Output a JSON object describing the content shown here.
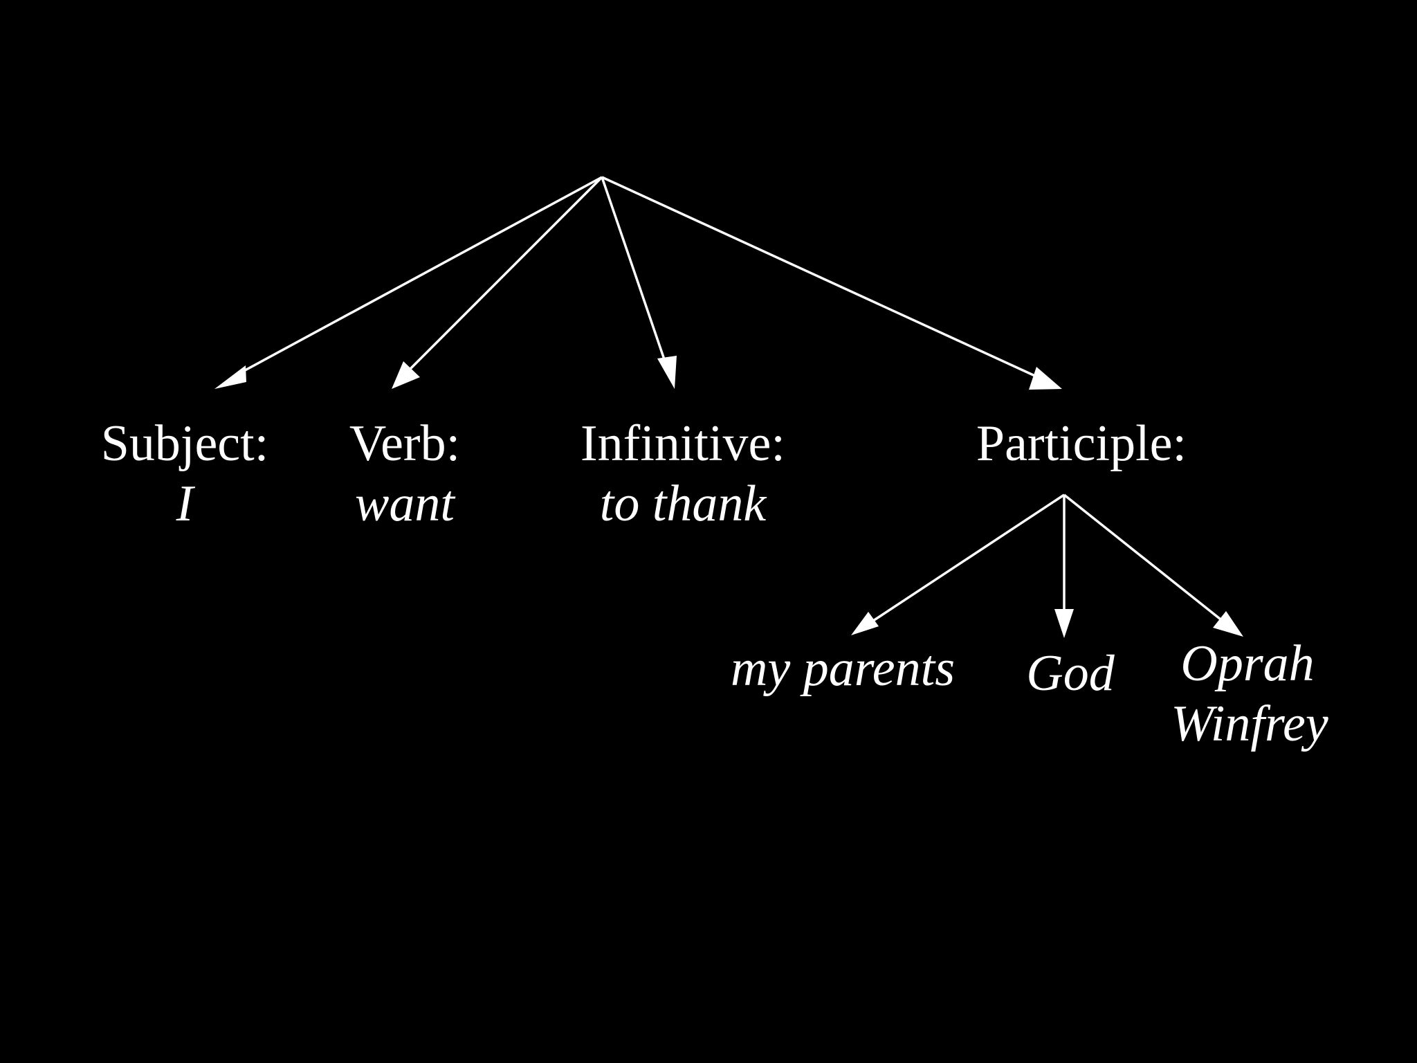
{
  "diagram": {
    "nodes": {
      "subject": {
        "heading": "Subject:",
        "value": "I"
      },
      "verb": {
        "heading": "Verb:",
        "value": "want"
      },
      "infinitive": {
        "heading": "Infinitive:",
        "value": "to thank"
      },
      "participle": {
        "heading": "Participle:"
      },
      "my_parents": {
        "value": "my parents"
      },
      "god": {
        "value": "God"
      },
      "oprah_winfrey": {
        "value_line1": "Oprah",
        "value_line2": "Winfrey"
      }
    },
    "edges": [
      {
        "from": "root",
        "to": "subject"
      },
      {
        "from": "root",
        "to": "verb"
      },
      {
        "from": "root",
        "to": "infinitive"
      },
      {
        "from": "root",
        "to": "participle"
      },
      {
        "from": "participle",
        "to": "my_parents"
      },
      {
        "from": "participle",
        "to": "god"
      },
      {
        "from": "participle",
        "to": "oprah_winfrey"
      }
    ],
    "colors": {
      "background": "#000000",
      "foreground": "#ffffff"
    }
  }
}
